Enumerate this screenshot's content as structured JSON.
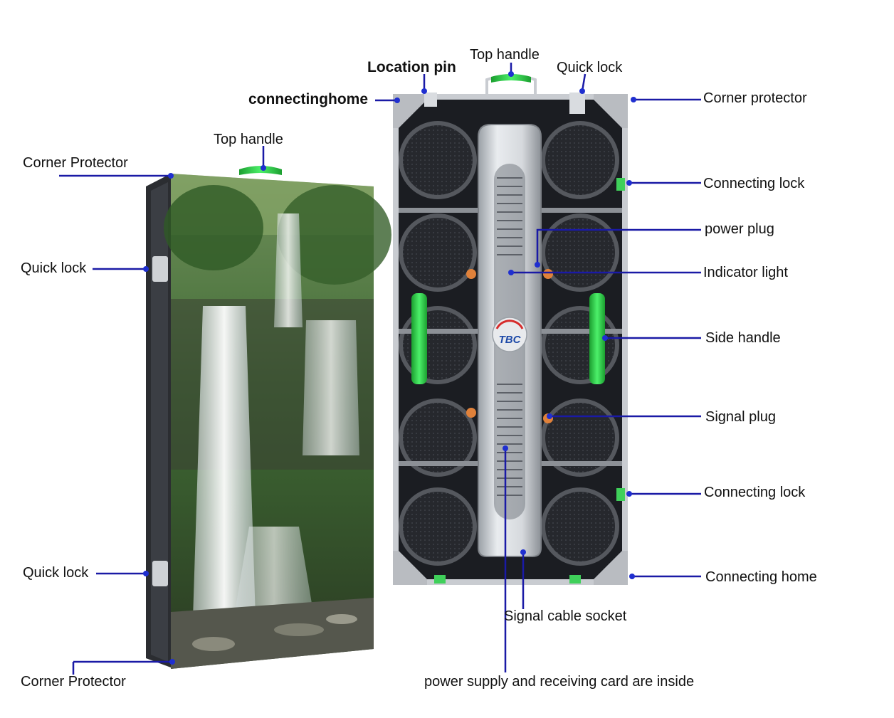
{
  "colors": {
    "leader_line": "#1a1aa6",
    "leader_dot": "#1f2fd0",
    "handle_green": "#2fd04a",
    "cabinet_dark": "#1b1d22",
    "cabinet_frame": "#c9ccd1",
    "background": "#ffffff"
  },
  "front_panel": {
    "labels": {
      "top_handle": "Top handle",
      "corner_protector_top": "Corner Protector",
      "quick_lock_upper": "Quick lock",
      "quick_lock_lower": "Quick lock",
      "corner_protector_bottom": "Corner Protector"
    }
  },
  "rear_panel": {
    "labels": {
      "location_pin": "Location pin",
      "top_handle": "Top handle",
      "quick_lock": "Quick lock",
      "connecting_home_top": "connectinghome",
      "corner_protector": "Corner protector",
      "connecting_lock_upper": "Connecting lock",
      "power_plug": "power plug",
      "indicator_light": "Indicator light",
      "side_handle": "Side handle",
      "signal_plug": "Signal plug",
      "connecting_lock_lower": "Connecting lock",
      "connecting_home_bottom": "Connecting home",
      "signal_cable_socket": "Signal cable socket",
      "power_supply_note": "power supply and receiving card are inside"
    },
    "logo_text": "TBC"
  },
  "icons": {
    "waterfall": "waterfall-photo",
    "fan_grille": "fan-grille-icon",
    "logo": "tbc-logo-icon"
  }
}
